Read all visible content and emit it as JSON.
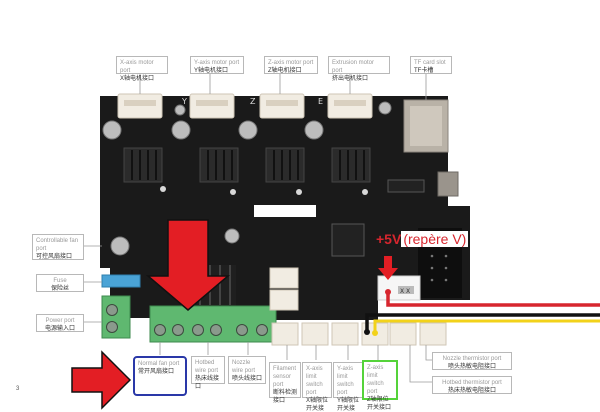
{
  "labels": {
    "x_motor": {
      "en": "X-axis motor port",
      "cn": "X轴电机接口"
    },
    "y_motor": {
      "en": "Y-axis motor port",
      "cn": "Y轴电机接口"
    },
    "z_motor": {
      "en": "Z-axis motor port",
      "cn": "Z轴电机接口"
    },
    "e_motor": {
      "en": "Extrusion motor port",
      "cn": "挤出电机接口"
    },
    "tf_card": {
      "en": "TF card slot",
      "cn": "TF卡槽"
    },
    "ctrl_fan": {
      "en": "Controllable fan port",
      "cn": "可控风扇接口"
    },
    "fuse": {
      "en": "Fuse",
      "cn": "保险丝"
    },
    "power": {
      "en": "Power port",
      "cn": "电源输入口"
    },
    "normal_fan": {
      "en": "Normal fan port",
      "cn": "常开风扇接口"
    },
    "hotbed_wire": {
      "en": "Hotbed wire port",
      "cn": "热床线接口"
    },
    "nozzle_wire": {
      "en": "Nozzle wire port",
      "cn": "喷头线接口"
    },
    "filament": {
      "en": "Filament sensor port",
      "cn": "断料检测接口"
    },
    "x_limit": {
      "en": "X-axis limit switch port",
      "cn": "X轴限位开关接口"
    },
    "y_limit": {
      "en": "Y-axis limit switch port",
      "cn": "Y轴限位开关接口"
    },
    "z_limit": {
      "en": "Z-axis limit switch port",
      "cn": "Z轴限位开关接口"
    },
    "nozzle_therm": {
      "en": "Nozzle thermistor port",
      "cn": "喷头热敏电阻接口"
    },
    "hotbed_therm": {
      "en": "Hotbed thermistor port",
      "cn": "热床热敏电阻接口"
    }
  },
  "silkscreen": {
    "axis_y": "Y",
    "axis_z": "Z",
    "axis_e": "E",
    "connector_xx": "X X"
  },
  "annotation": {
    "plus5v": "+5V",
    "repere": "(repère V)"
  },
  "page_mark": "3",
  "colors": {
    "arrow_red": "#e31e24",
    "highlight_blue": "#2a38a8",
    "highlight_green": "#55d33a",
    "wire_red": "#d7262e",
    "wire_black": "#111111",
    "wire_yellow": "#f2d21a",
    "pcb": "#1a1a1a",
    "terminal_green": "#5fb870"
  }
}
